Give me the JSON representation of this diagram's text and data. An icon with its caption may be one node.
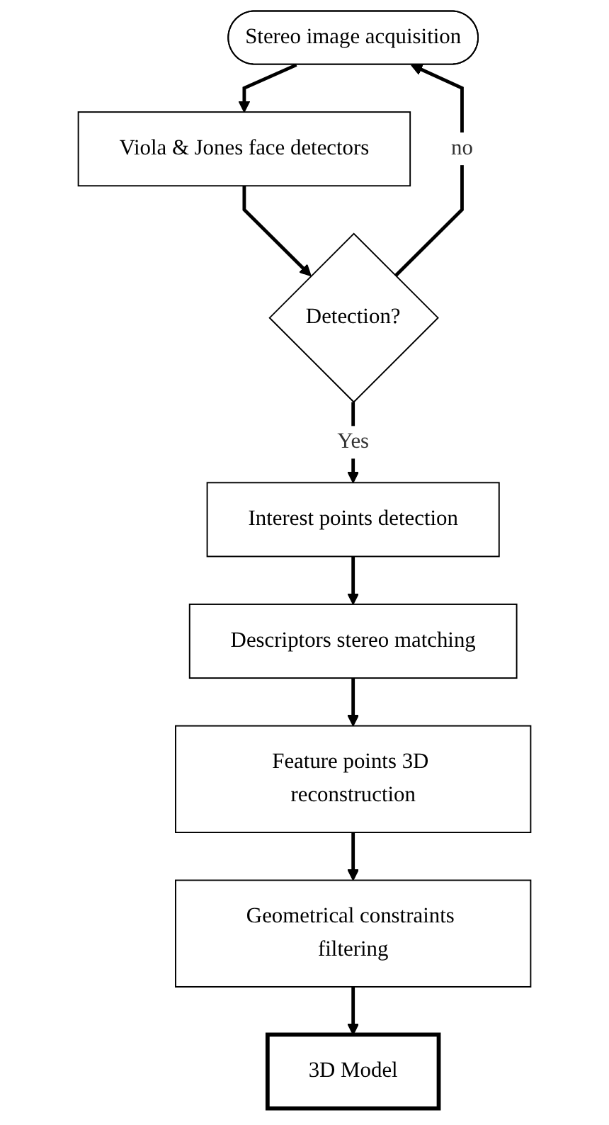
{
  "diagram": {
    "nodes": [
      {
        "text": [
          "Stereo image acquisition"
        ]
      },
      {
        "text": [
          "Viola & Jones face detectors"
        ]
      },
      {
        "text": [
          "Detection?"
        ]
      },
      {
        "text": [
          "Interest points detection"
        ]
      },
      {
        "text": [
          "Descriptors stereo matching"
        ]
      },
      {
        "text": [
          "Feature points 3D reconstruction"
        ]
      },
      {
        "text": [
          "Geometrical constraints filtering"
        ]
      },
      {
        "text": [
          "3D Model"
        ]
      }
    ],
    "edges": [
      {
        "from": 0,
        "to": 1,
        "arrow": "to"
      },
      {
        "from": 1,
        "to": 2,
        "arrow": "to"
      },
      {
        "from": 2,
        "to": 0,
        "arrow": "to",
        "label": "no"
      },
      {
        "from": 2,
        "to": 3,
        "arrow": "to",
        "label": "Yes"
      },
      {
        "from": 3,
        "to": 4,
        "arrow": "to"
      },
      {
        "from": 4,
        "to": 5,
        "arrow": "to"
      },
      {
        "from": 5,
        "to": 6,
        "arrow": "to"
      },
      {
        "from": 6,
        "to": 7,
        "arrow": "to"
      }
    ]
  }
}
